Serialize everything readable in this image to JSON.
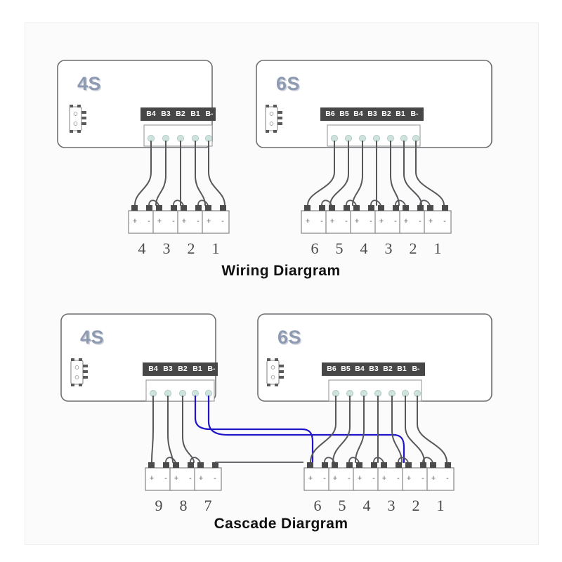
{
  "figure": {
    "title_top": "Wiring Diargram",
    "title_bottom": "Cascade Diargram",
    "background": "#ffffff",
    "panel_color": "#fbfbfb",
    "wire_color": "#58585c",
    "wire_highlight_color": "#2016c8",
    "pin_color": "#cfe3de",
    "label_strip_color": "#474747",
    "module_tag_color": "#8d9ab1",
    "terminal_color": "#4b4b4b",
    "module_border_color": "#6f6f73"
  },
  "wiring_diagram": {
    "modules": [
      {
        "name": "4S",
        "tag": "4S",
        "connector_icon": "board-connector-icon",
        "pin_labels": [
          "B4",
          "B3",
          "B2",
          "B1",
          "B-"
        ],
        "pin_count": 5
      },
      {
        "name": "6S",
        "tag": "6S",
        "connector_icon": "board-connector-icon",
        "pin_labels": [
          "B6",
          "B5",
          "B4",
          "B3",
          "B2",
          "B1",
          "B-"
        ],
        "pin_count": 7
      }
    ],
    "battery_groups": [
      {
        "module": "4S",
        "cell_labels": [
          "4",
          "3",
          "2",
          "1"
        ],
        "terminal_marks": [
          "+",
          "-"
        ]
      },
      {
        "module": "6S",
        "cell_labels": [
          "6",
          "5",
          "4",
          "3",
          "2",
          "1"
        ],
        "terminal_marks": [
          "+",
          "-"
        ]
      }
    ]
  },
  "cascade_diagram": {
    "modules": [
      {
        "name": "4S",
        "tag": "4S",
        "connector_icon": "board-connector-icon",
        "pin_labels": [
          "B4",
          "B3",
          "B2",
          "B1",
          "B-"
        ],
        "pin_count": 5,
        "highlighted_pins": [
          "B1",
          "B-"
        ]
      },
      {
        "name": "6S",
        "tag": "6S",
        "connector_icon": "board-connector-icon",
        "pin_labels": [
          "B6",
          "B5",
          "B4",
          "B3",
          "B2",
          "B1",
          "B-"
        ],
        "pin_count": 7
      }
    ],
    "battery_groups": [
      {
        "module": "4S",
        "cell_labels": [
          "9",
          "8",
          "7"
        ],
        "terminal_marks": [
          "+",
          "-"
        ]
      },
      {
        "module": "6S",
        "cell_labels": [
          "6",
          "5",
          "4",
          "3",
          "2",
          "1"
        ],
        "terminal_marks": [
          "+",
          "-"
        ]
      }
    ]
  }
}
